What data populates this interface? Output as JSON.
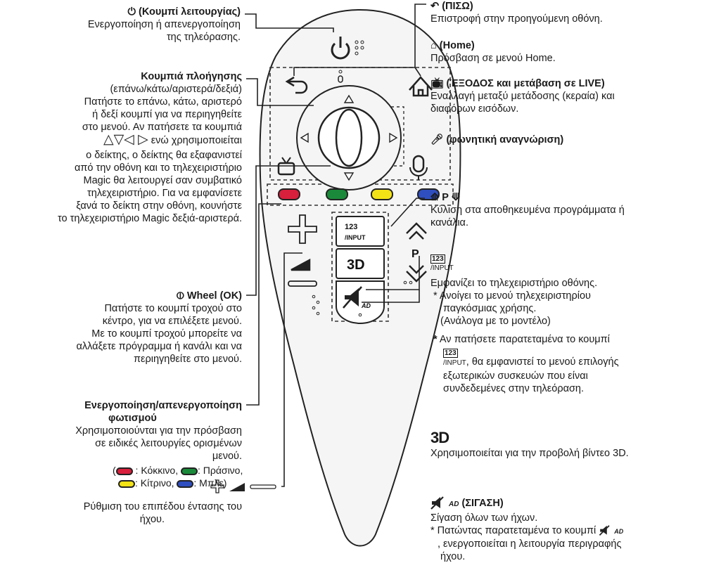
{
  "left": {
    "power": {
      "title": "(Κουμπί λειτουργίας)",
      "lines": [
        "Ενεργοποίηση ή απενεργοποίηση",
        "της τηλεόρασης."
      ]
    },
    "nav": {
      "title": "Κουμπιά πλοήγησης",
      "lines": [
        "(επάνω/κάτω/αριστερά/δεξιά)",
        "Πατήστε το επάνω, κάτω, αριστερό",
        "ή δεξί κουμπί για να περιηγηθείτε",
        "στο μενού. Αν πατήσετε τα κουμπιά",
        "ενώ χρησιμοποιείται",
        "ο δείκτης, ο δείκτης θα εξαφανιστεί",
        "από την οθόνη και το τηλεχειριστήριο",
        "Magic θα λειτουργεί σαν συμβατικό",
        "τηλεχειριστήριο. Για να εμφανίσετε",
        "ξανά το δείκτη στην οθόνη, κουνήστε",
        "το τηλεχειριστήριο Magic δεξιά-αριστερά."
      ]
    },
    "wheel": {
      "title": "Wheel (OK)",
      "lines": [
        "Πατήστε το κουμπί τροχού στο",
        "κέντρο, για να επιλέξετε μενού.",
        "Με το κουμπί τροχού μπορείτε να",
        "αλλάξετε πρόγραμμα ή κανάλι και να",
        "περιηγηθείτε στο μενού."
      ]
    },
    "light": {
      "title1": "Ενεργοποίηση/απενεργοποίηση",
      "title2": "φωτισμού",
      "lines": [
        "Χρησιμοποιούνται για την πρόσβαση",
        "σε ειδικές λειτουργίες ορισμένων",
        "μενού."
      ],
      "colors1": [
        "(",
        " : Κόκκινο, ",
        ": Πράσινο,"
      ],
      "colors2": [
        ": Κίτρινο, ",
        ": Μπλε)"
      ]
    },
    "volume": {
      "lines": [
        "Ρύθμιση του επιπέδου έντασης του",
        "ήχου."
      ]
    }
  },
  "right": {
    "back": {
      "title": "(ΠΙΣΩ)",
      "line": "Επιστροφή στην προηγούμενη οθόνη."
    },
    "home": {
      "title": "(Home)",
      "line": "Πρόσβαση σε μενού Home."
    },
    "exit": {
      "title": "(ΈΞΟΔΟΣ και μετάβαση σε LIVE)",
      "lines": [
        "Εναλλαγή μεταξύ μετάδοσης (κεραία) και",
        "διαφόρων εισόδων."
      ]
    },
    "voice": {
      "title": "(φωνητική αναγνώριση)"
    },
    "prog": {
      "p": "P",
      "lines": [
        "Κύλιση στα αποθηκευμένα προγράμματα ή",
        "κανάλια."
      ]
    },
    "input": {
      "digits": "123",
      "sub": "/INPUT",
      "lines": [
        "Εμφανίζει το τηλεχειριστήριο οθόνης.",
        "* Ανοίγει το μενού τηλεχειριστηρίου",
        "παγκόσμιας χρήσης.",
        "(Ανάλογα με το μοντέλο)",
        "Αν πατήσετε παρατεταμένα το κουμπί",
        ", θα εμφανιστεί το μενού επιλογής",
        "εξωτερικών συσκευών που είναι",
        "συνδεδεμένες στην τηλεόραση."
      ],
      "star": "*"
    },
    "threed": {
      "label": "3D",
      "line": "Χρησιμοποιείται για την προβολή βίντεο 3D."
    },
    "mute": {
      "sub": "AD",
      "title": "(ΣΙΓΑΣΗ)",
      "lines": [
        "Σίγαση όλων των ήχων.",
        "* Πατώντας παρατεταμένα το κουμπί",
        ", ενεργοποιείται η λειτουργία περιγραφής",
        "ήχου."
      ]
    }
  },
  "remote": {
    "input_digits": "123",
    "input_label": "/INPUT",
    "threed_label": "3D",
    "p_label": "P",
    "mute_sub": "AD"
  },
  "colors": {
    "red": "#d81f3c",
    "green": "#1a8a3a",
    "yellow": "#f3e316",
    "blue": "#2f4fc0",
    "line": "#222222",
    "remote_fill": "#f4f4f4"
  }
}
